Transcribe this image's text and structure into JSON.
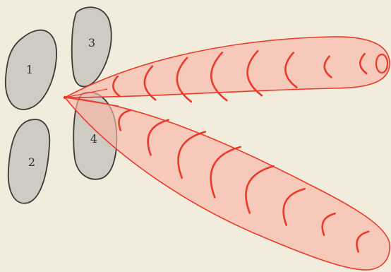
{
  "colors": {
    "paper": "#f2ecdc",
    "lobe_fill": "#cfcbc2",
    "lobe_stroke": "#3a3a3a",
    "beam_fill": "#f7b7a7",
    "beam_stroke": "#ea3a2a"
  },
  "lobes": [
    {
      "label": "1"
    },
    {
      "label": "2"
    },
    {
      "label": "3"
    },
    {
      "label": "4"
    }
  ],
  "beams": {
    "count": 2,
    "rings_per_beam": 8
  }
}
